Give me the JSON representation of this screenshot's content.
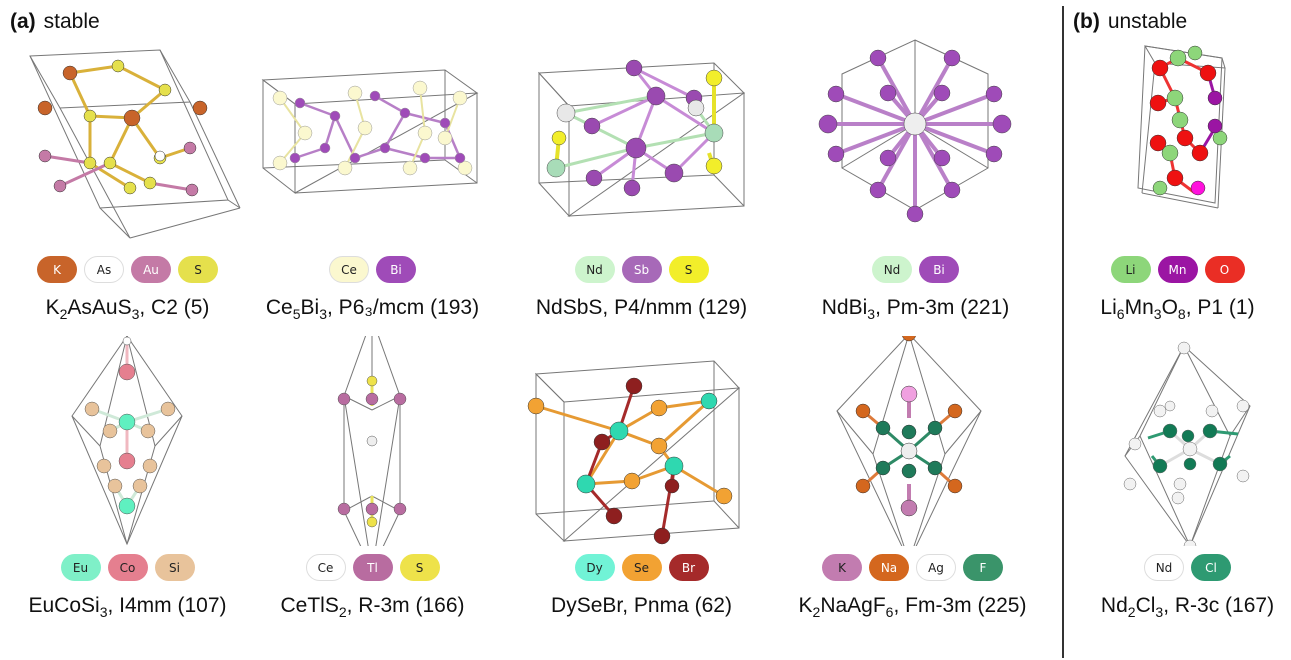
{
  "sections": [
    {
      "id": "a",
      "letter": "(a)",
      "title": "stable"
    },
    {
      "id": "b",
      "letter": "(b)",
      "title": "unstable"
    }
  ],
  "panels": [
    {
      "id": "k2asaus3",
      "formula": [
        {
          "t": "K"
        },
        {
          "s": "2"
        },
        {
          "t": "AsAuS"
        },
        {
          "s": "3"
        }
      ],
      "spacegroup": ", C2 (5)",
      "legend": [
        {
          "el": "K",
          "color": "#c8642a"
        },
        {
          "el": "As",
          "color": "#ffffff"
        },
        {
          "el": "Au",
          "color": "#c47aa6"
        },
        {
          "el": "S",
          "color": "#e5e04c"
        }
      ]
    },
    {
      "id": "ce5bi3",
      "formula": [
        {
          "t": "Ce"
        },
        {
          "s": "5"
        },
        {
          "t": "Bi"
        },
        {
          "s": "3"
        }
      ],
      "spacegroup": ", P6₃/mcm (193)",
      "legend": [
        {
          "el": "Ce",
          "color": "#fbf8cf"
        },
        {
          "el": "Bi",
          "color": "#9f4bb8"
        }
      ]
    },
    {
      "id": "ndsbs",
      "formula": [
        {
          "t": "NdSbS"
        }
      ],
      "spacegroup": ", P4/nmm (129)",
      "legend": [
        {
          "el": "Nd",
          "color": "#cdf4cd"
        },
        {
          "el": "Sb",
          "color": "#a769b8"
        },
        {
          "el": "S",
          "color": "#f2ee2a"
        }
      ]
    },
    {
      "id": "ndbi3",
      "formula": [
        {
          "t": "NdBi"
        },
        {
          "s": "3"
        }
      ],
      "spacegroup": ", Pm-3m (221)",
      "legend": [
        {
          "el": "Nd",
          "color": "#cdf4cd"
        },
        {
          "el": "Bi",
          "color": "#9f4bb8"
        }
      ]
    },
    {
      "id": "li6mn3o8",
      "formula": [
        {
          "t": "Li"
        },
        {
          "s": "6"
        },
        {
          "t": "Mn"
        },
        {
          "s": "3"
        },
        {
          "t": "O"
        },
        {
          "s": "8"
        }
      ],
      "spacegroup": ", P1 (1)",
      "legend": [
        {
          "el": "Li",
          "color": "#8dd67a"
        },
        {
          "el": "Mn",
          "color": "#9b15a3"
        },
        {
          "el": "O",
          "color": "#ea2e25"
        }
      ]
    },
    {
      "id": "eucosi3",
      "formula": [
        {
          "t": "EuCoSi"
        },
        {
          "s": "3"
        }
      ],
      "spacegroup": ", I4mm (107)",
      "legend": [
        {
          "el": "Eu",
          "color": "#7ff0c8"
        },
        {
          "el": "Co",
          "color": "#e57f8f"
        },
        {
          "el": "Si",
          "color": "#e8c39b"
        }
      ]
    },
    {
      "id": "cetls2",
      "formula": [
        {
          "t": "CeTlS"
        },
        {
          "s": "2"
        }
      ],
      "spacegroup": ", R-3m (166)",
      "legend": [
        {
          "el": "Ce",
          "color": "#ffffff"
        },
        {
          "el": "Tl",
          "color": "#b86ca0"
        },
        {
          "el": "S",
          "color": "#eee24a"
        }
      ]
    },
    {
      "id": "dysebr",
      "formula": [
        {
          "t": "DySeBr"
        }
      ],
      "spacegroup": ", Pnma (62)",
      "legend": [
        {
          "el": "Dy",
          "color": "#71f3d6"
        },
        {
          "el": "Se",
          "color": "#f2a233"
        },
        {
          "el": "Br",
          "color": "#a52a2a"
        }
      ]
    },
    {
      "id": "k2naagf6",
      "formula": [
        {
          "t": "K"
        },
        {
          "s": "2"
        },
        {
          "t": "NaAgF"
        },
        {
          "s": "6"
        }
      ],
      "spacegroup": ", Fm-3m (225)",
      "legend": [
        {
          "el": "K",
          "color": "#c27cb0"
        },
        {
          "el": "Na",
          "color": "#d4671e"
        },
        {
          "el": "Ag",
          "color": "#ffffff"
        },
        {
          "el": "F",
          "color": "#3a946a"
        }
      ]
    },
    {
      "id": "nd2cl3",
      "formula": [
        {
          "t": "Nd"
        },
        {
          "s": "2"
        },
        {
          "t": "Cl"
        },
        {
          "s": "3"
        }
      ],
      "spacegroup": ", R-3c (167)",
      "legend": [
        {
          "el": "Nd",
          "color": "#ffffff"
        },
        {
          "el": "Cl",
          "color": "#2e9a72"
        }
      ]
    }
  ]
}
